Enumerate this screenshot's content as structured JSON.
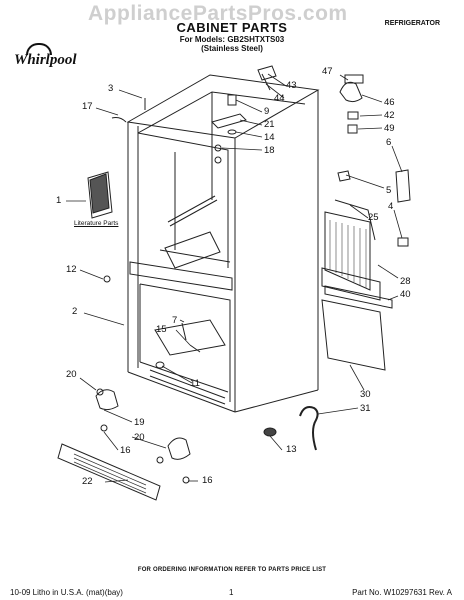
{
  "watermark": "AppliancePartsPros.com",
  "title": "CABINET PARTS",
  "for_models": "For Models: GB2SHTXTS03",
  "finish": "(Stainless Steel)",
  "category": "REFRIGERATOR",
  "brand": "Whirlpool",
  "literature_label": "Literature Parts",
  "footer_note": "FOR ORDERING INFORMATION REFER TO PARTS PRICE LIST",
  "footer": {
    "left": "10-09 Litho in U.S.A. (mat)(bay)",
    "page": "1",
    "right": "Part No. W10297631 Rev. A"
  },
  "callouts": [
    "3",
    "17",
    "1",
    "12",
    "2",
    "20",
    "43",
    "44",
    "9",
    "21",
    "14",
    "18",
    "47",
    "46",
    "42",
    "49",
    "6",
    "5",
    "4",
    "25",
    "28",
    "40",
    "7",
    "15",
    "11",
    "19",
    "20",
    "16",
    "22",
    "16",
    "13",
    "30",
    "31"
  ]
}
